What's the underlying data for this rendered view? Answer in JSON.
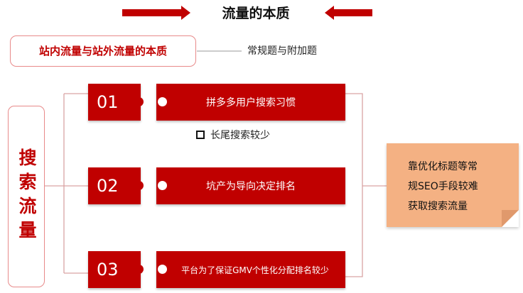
{
  "title": "流量的本质",
  "subtitle": "站内流量与站外流量的本质",
  "subtitle_note": "常规题与附加题",
  "category": "搜索流量",
  "items": [
    {
      "number": "01",
      "text": "拼多多用户搜索习惯"
    },
    {
      "number": "02",
      "text": "坑产为导向决定排名"
    },
    {
      "number": "03",
      "text": "平台为了保证GMV个性化分配排名较少"
    }
  ],
  "bullet": "长尾搜索较少",
  "result_lines": [
    "靠优化标题等常",
    "规SEO手段较难",
    "获取搜索流量"
  ],
  "colors": {
    "accent": "#c00000",
    "border": "#e88a8a",
    "result": "#f4b183"
  }
}
